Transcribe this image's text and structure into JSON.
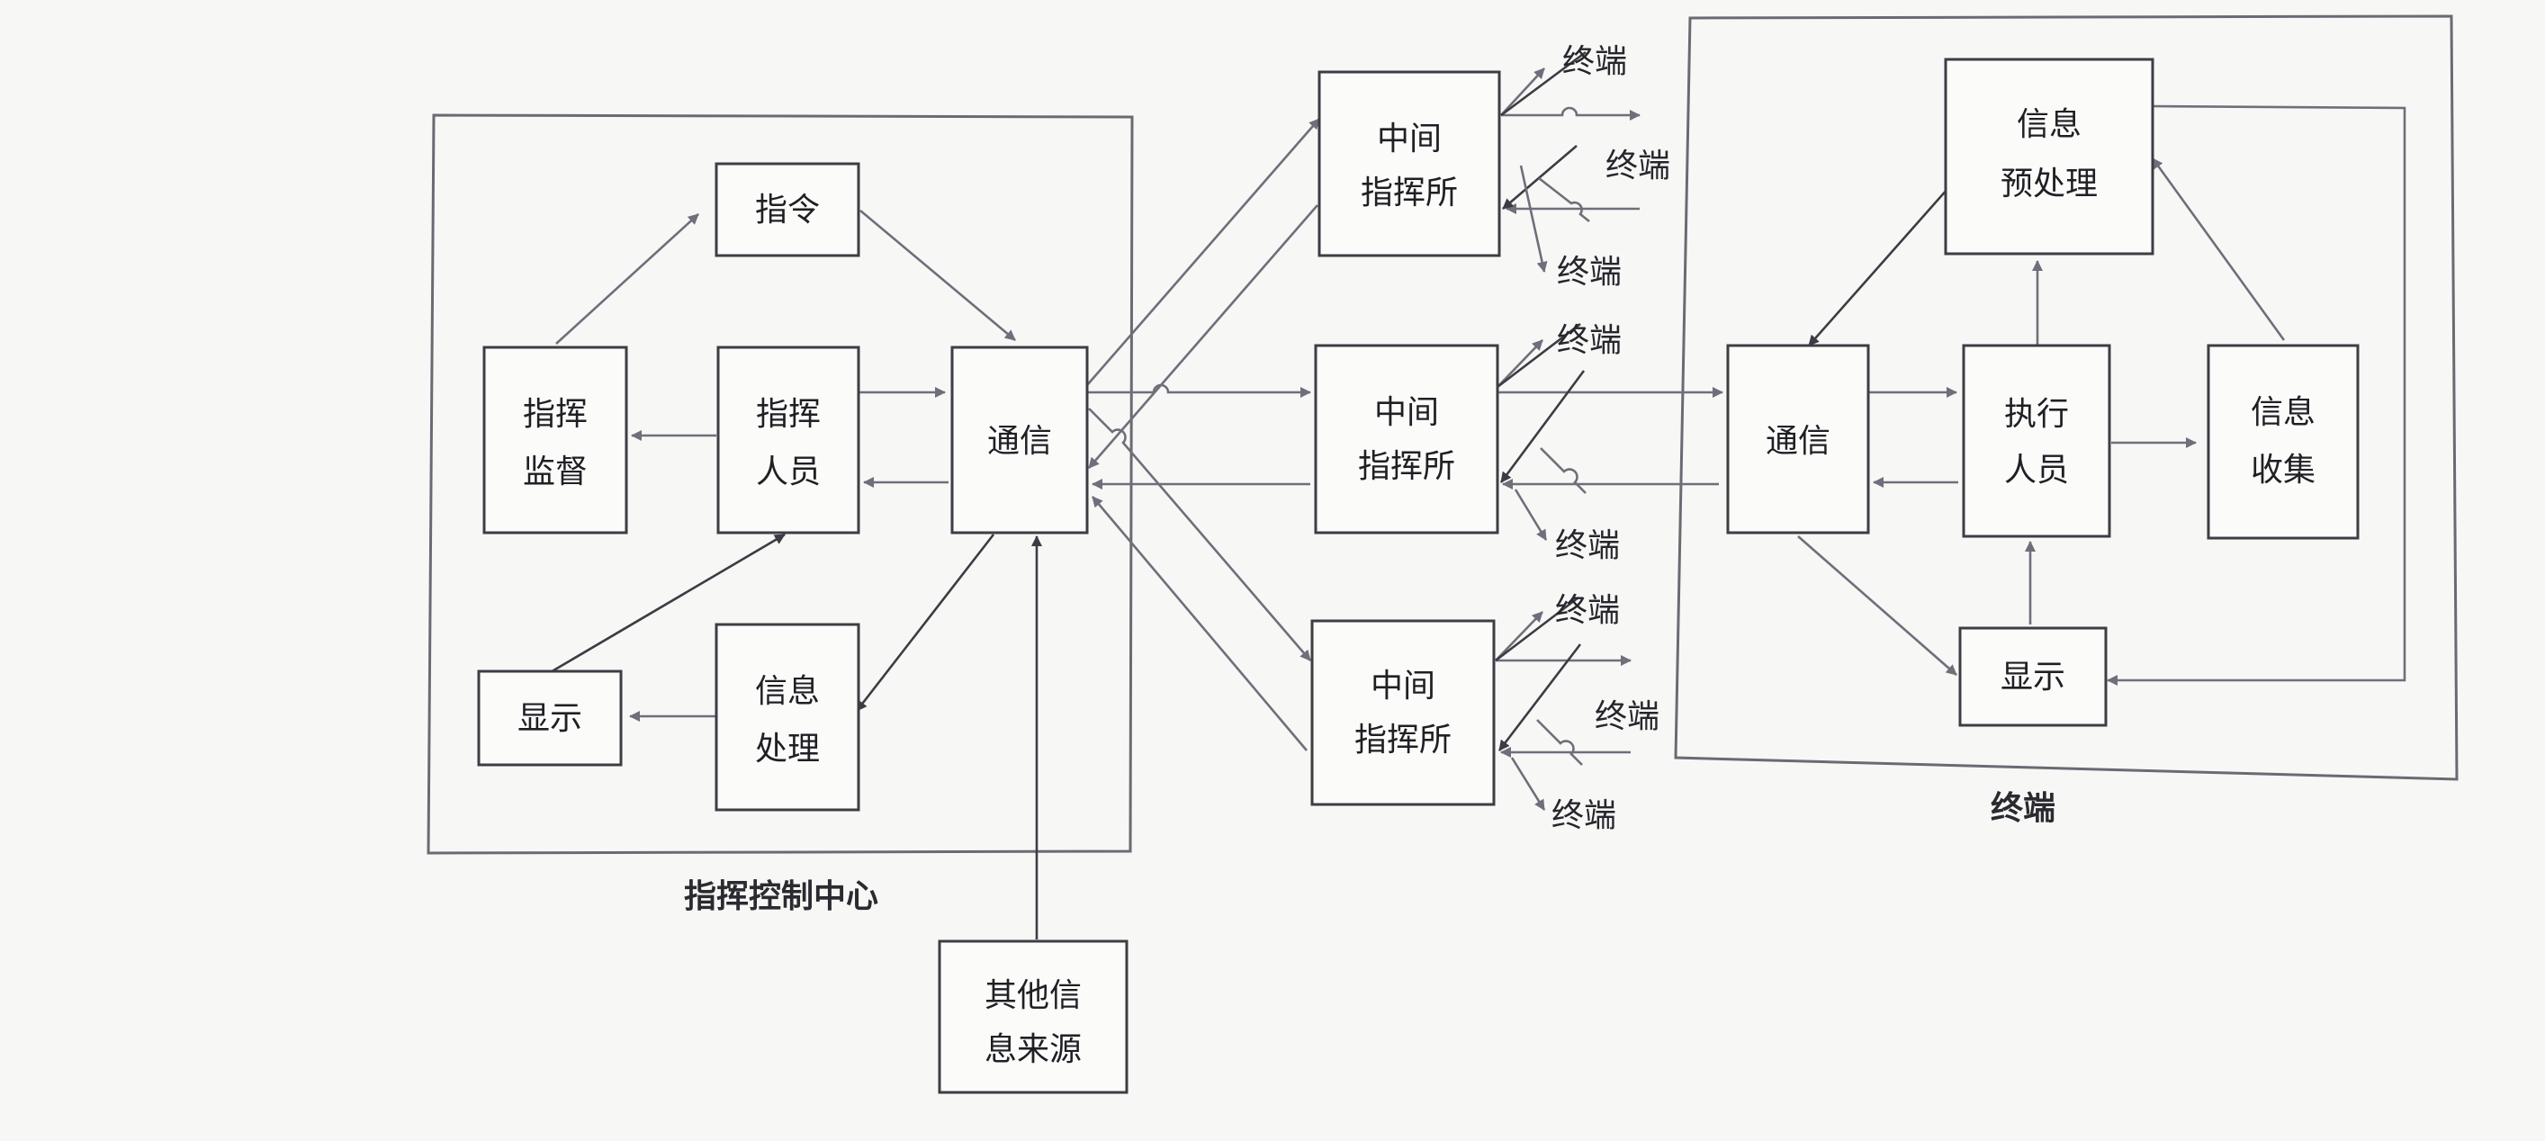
{
  "center": {
    "caption": "指挥控制中心",
    "command": "指令",
    "supervision": [
      "指挥",
      "监督"
    ],
    "commander": [
      "指挥",
      "人员"
    ],
    "communication": "通信",
    "display": "显示",
    "info_processing": [
      "信息",
      "处理"
    ]
  },
  "other_sources": [
    "其他信",
    "息来源"
  ],
  "intermediate": {
    "label": [
      "中间",
      "指挥所"
    ],
    "terminal_label": "终端"
  },
  "terminal": {
    "caption": "终端",
    "communication": "通信",
    "executor": [
      "执行",
      "人员"
    ],
    "pre_processing": [
      "信息",
      "预处理"
    ],
    "collection": [
      "信息",
      "收集"
    ],
    "display": "显示"
  }
}
